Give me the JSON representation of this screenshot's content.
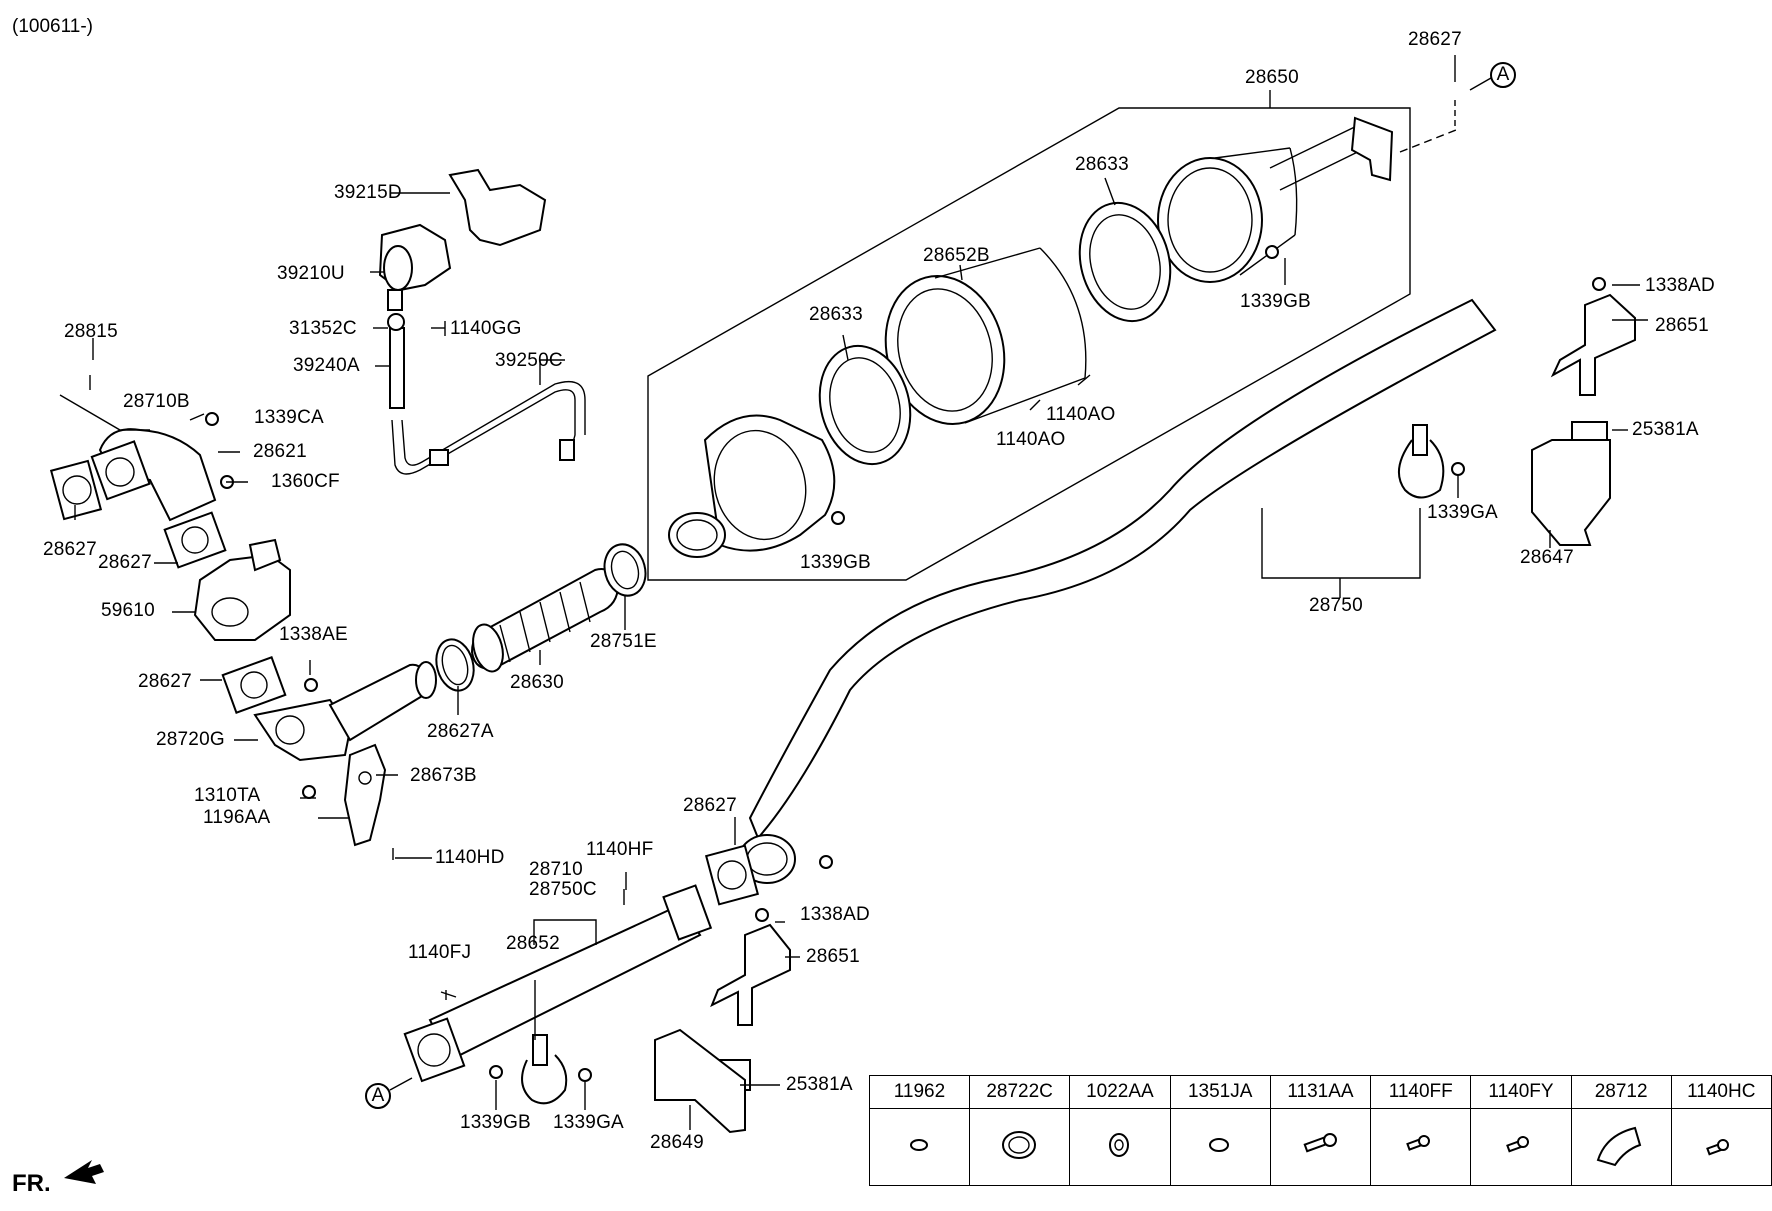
{
  "header": {
    "code": "(100611-)"
  },
  "front_label": "FR.",
  "ref_marks": {
    "a_top": "A",
    "a_bottom": "A"
  },
  "callouts": {
    "p28627_top": "28627",
    "p28650": "28650",
    "p39215D": "39215D",
    "p28633_a": "28633",
    "p39210U": "39210U",
    "p28652B": "28652B",
    "p1339GB_a": "1339GB",
    "p1338AD_a": "1338AD",
    "p28651_a": "28651",
    "p31352C": "31352C",
    "p1140GG": "1140GG",
    "p28815": "28815",
    "p28633_b": "28633",
    "p39240A": "39240A",
    "p39250C": "39250C",
    "p1140AO_a": "1140AO",
    "p28710B": "28710B",
    "p1339CA": "1339CA",
    "p1140AO_b": "1140AO",
    "p25381A_a": "25381A",
    "p28621": "28621",
    "p1360CF": "1360CF",
    "p1339GA_a": "1339GA",
    "p28627_l1": "28627",
    "p28627_l2": "28627",
    "p1339GB_b": "1339GB",
    "p28647": "28647",
    "p59610": "59610",
    "p28750": "28750",
    "p1338AE": "1338AE",
    "p28751E": "28751E",
    "p28627_l3": "28627",
    "p28630": "28630",
    "p28627A": "28627A",
    "p28720G": "28720G",
    "p28673B": "28673B",
    "p1310TA": "1310TA",
    "p1196AA": "1196AA",
    "p28627_m": "28627",
    "p1140HD": "1140HD",
    "p1140HF": "1140HF",
    "p28710": "28710",
    "p28750C": "28750C",
    "p1338AD_b": "1338AD",
    "p28652": "28652",
    "p1140FJ": "1140FJ",
    "p28651_b": "28651",
    "p25381A_b": "25381A",
    "p1339GB_c": "1339GB",
    "p1339GA_b": "1339GA",
    "p28649": "28649"
  },
  "legend": {
    "headers": [
      "11962",
      "28722C",
      "1022AA",
      "1351JA",
      "1131AA",
      "1140FF",
      "1140FY",
      "28712",
      "1140HC"
    ]
  }
}
